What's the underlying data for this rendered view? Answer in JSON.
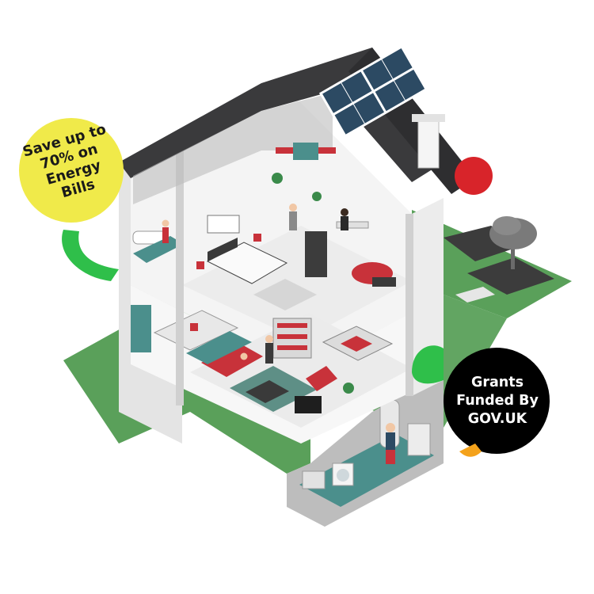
{
  "illustration": {
    "subject": "house-cutaway-icon",
    "colors": {
      "lawn": "#5aa05a",
      "roof": "#3a3a3c",
      "wall": "#f2f2f2",
      "accent_red": "#c8323a",
      "solar_panel": "#2c4a63",
      "floor_teal": "#4b8f8c",
      "leaf_green": "#2fbf4a"
    }
  },
  "badges": {
    "savings": {
      "lines": [
        "Save up to",
        "70% on",
        "Energy",
        "Bills"
      ],
      "color": "#f0ea4a",
      "text_color": "#1a1a1a"
    },
    "grants": {
      "lines": [
        "Grants",
        "Funded By",
        "GOV.UK"
      ],
      "color": "#000000",
      "text_color": "#ffffff"
    }
  }
}
